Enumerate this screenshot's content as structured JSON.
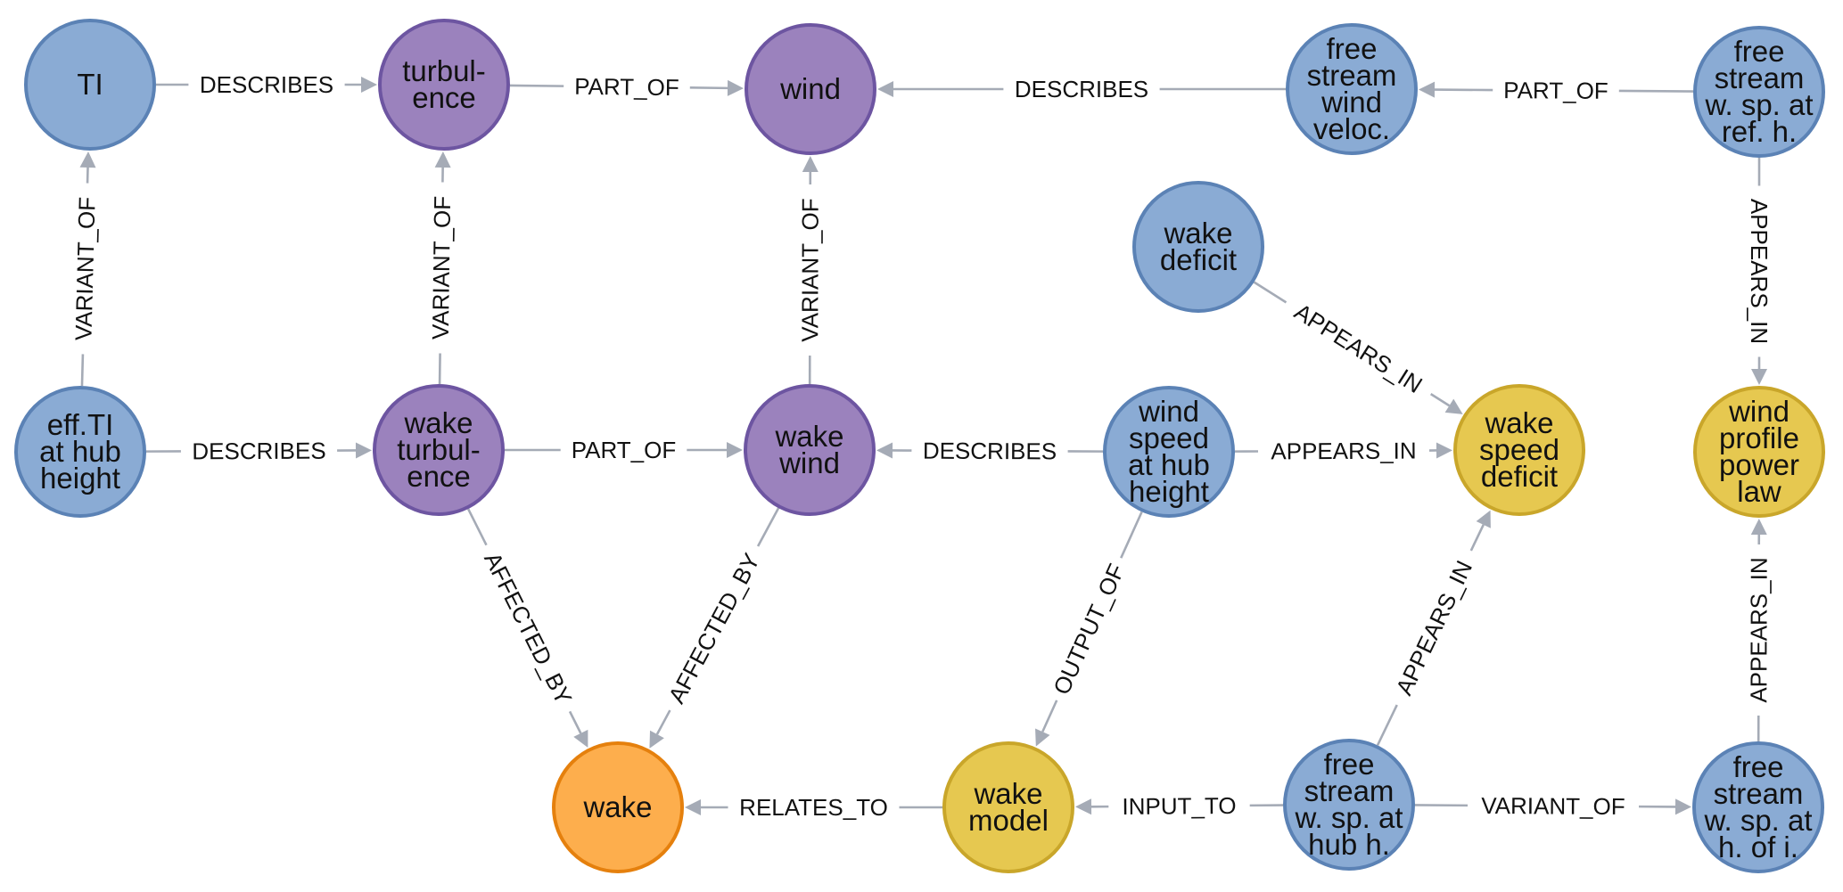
{
  "graph": {
    "type": "knowledge-graph",
    "categories": {
      "quantity": {
        "fill": "#8aabd4",
        "stroke": "#5b82b5"
      },
      "concept": {
        "fill": "#9b82bd",
        "stroke": "#6d55a1"
      },
      "model": {
        "fill": "#e6c850",
        "stroke": "#c9a62a"
      },
      "phenomenon": {
        "fill": "#fdae4d",
        "stroke": "#e5800d"
      }
    },
    "nodes": [
      {
        "id": "ti",
        "lines": [
          "TI"
        ],
        "category": "quantity"
      },
      {
        "id": "turbulence",
        "lines": [
          "turbul-",
          "ence"
        ],
        "category": "concept"
      },
      {
        "id": "wind",
        "lines": [
          "wind"
        ],
        "category": "concept"
      },
      {
        "id": "fs_wind_veloc",
        "lines": [
          "free",
          "stream",
          "wind",
          "veloc."
        ],
        "category": "quantity"
      },
      {
        "id": "fs_ref_h",
        "lines": [
          "free",
          "stream",
          "w. sp. at",
          "ref. h."
        ],
        "category": "quantity"
      },
      {
        "id": "wake_deficit",
        "lines": [
          "wake",
          "deficit"
        ],
        "category": "quantity"
      },
      {
        "id": "eff_ti",
        "lines": [
          "eff.TI",
          "at hub",
          "height"
        ],
        "category": "quantity"
      },
      {
        "id": "wake_turbulence",
        "lines": [
          "wake",
          "turbul-",
          "ence"
        ],
        "category": "concept"
      },
      {
        "id": "wake_wind",
        "lines": [
          "wake",
          "wind"
        ],
        "category": "concept"
      },
      {
        "id": "ws_hub",
        "lines": [
          "wind",
          "speed",
          "at hub",
          "height"
        ],
        "category": "quantity"
      },
      {
        "id": "wake_speed_deficit",
        "lines": [
          "wake",
          "speed",
          "deficit"
        ],
        "category": "model"
      },
      {
        "id": "wind_profile",
        "lines": [
          "wind",
          "profile",
          "power",
          "law"
        ],
        "category": "model"
      },
      {
        "id": "wake",
        "lines": [
          "wake"
        ],
        "category": "phenomenon"
      },
      {
        "id": "wake_model",
        "lines": [
          "wake",
          "model"
        ],
        "category": "model"
      },
      {
        "id": "fs_hub_h",
        "lines": [
          "free",
          "stream",
          "w. sp. at",
          "hub h."
        ],
        "category": "quantity"
      },
      {
        "id": "fs_h_of_i",
        "lines": [
          "free",
          "stream",
          "w. sp. at",
          "h. of i."
        ],
        "category": "quantity"
      }
    ],
    "edges": [
      {
        "source": "ti",
        "target": "turbulence",
        "label": "DESCRIBES"
      },
      {
        "source": "turbulence",
        "target": "wind",
        "label": "PART_OF"
      },
      {
        "source": "fs_wind_veloc",
        "target": "wind",
        "label": "DESCRIBES"
      },
      {
        "source": "fs_ref_h",
        "target": "fs_wind_veloc",
        "label": "PART_OF"
      },
      {
        "source": "eff_ti",
        "target": "ti",
        "label": "VARIANT_OF"
      },
      {
        "source": "wake_turbulence",
        "target": "turbulence",
        "label": "VARIANT_OF"
      },
      {
        "source": "wake_wind",
        "target": "wind",
        "label": "VARIANT_OF"
      },
      {
        "source": "fs_ref_h",
        "target": "wind_profile",
        "label": "APPEARS_IN"
      },
      {
        "source": "wake_deficit",
        "target": "wake_speed_deficit",
        "label": "APPEARS_IN"
      },
      {
        "source": "eff_ti",
        "target": "wake_turbulence",
        "label": "DESCRIBES"
      },
      {
        "source": "wake_turbulence",
        "target": "wake_wind",
        "label": "PART_OF"
      },
      {
        "source": "ws_hub",
        "target": "wake_wind",
        "label": "DESCRIBES"
      },
      {
        "source": "ws_hub",
        "target": "wake_speed_deficit",
        "label": "APPEARS_IN"
      },
      {
        "source": "wake_turbulence",
        "target": "wake",
        "label": "AFFECTED_BY"
      },
      {
        "source": "wake_wind",
        "target": "wake",
        "label": "AFFECTED_BY"
      },
      {
        "source": "ws_hub",
        "target": "wake_model",
        "label": "OUTPUT_OF"
      },
      {
        "source": "fs_hub_h",
        "target": "wake_speed_deficit",
        "label": "APPEARS_IN"
      },
      {
        "source": "fs_h_of_i",
        "target": "wind_profile",
        "label": "APPEARS_IN"
      },
      {
        "source": "wake_model",
        "target": "wake",
        "label": "RELATES_TO"
      },
      {
        "source": "fs_hub_h",
        "target": "wake_model",
        "label": "INPUT_TO"
      },
      {
        "source": "fs_hub_h",
        "target": "fs_h_of_i",
        "label": "VARIANT_OF"
      }
    ]
  }
}
